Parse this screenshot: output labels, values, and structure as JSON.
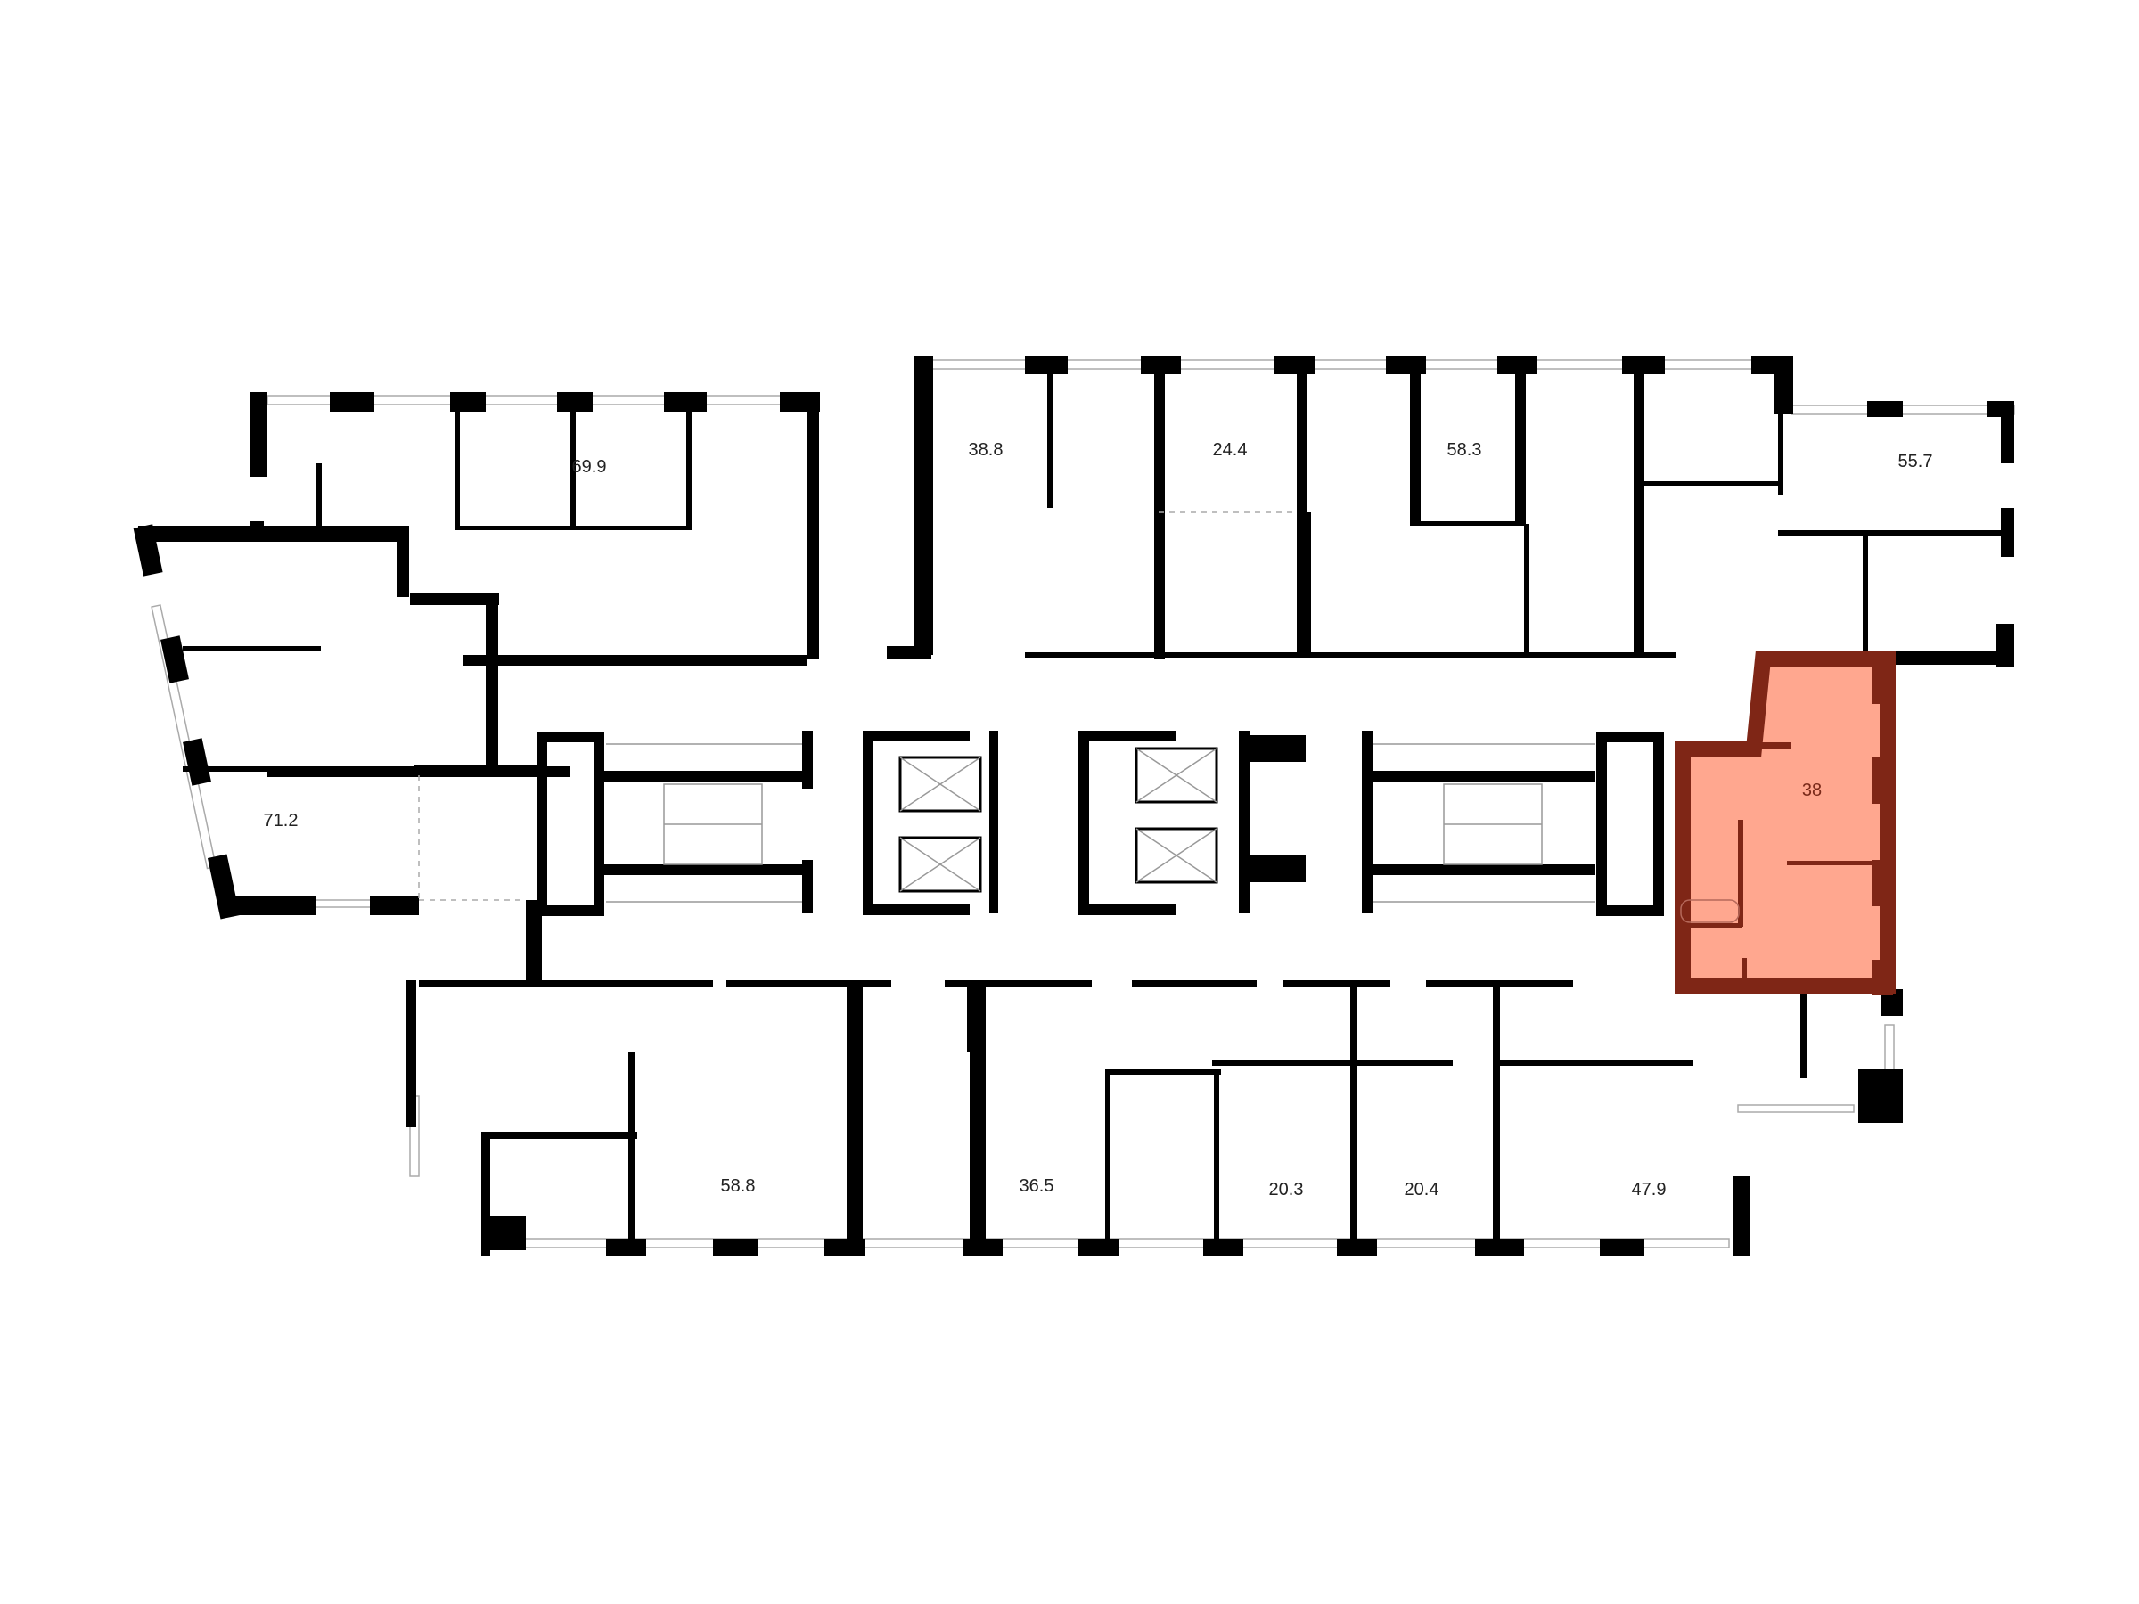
{
  "floor_plan": {
    "highlight_color": "#FFA78F",
    "highlight_wall_color": "#7F2616",
    "apartments": [
      {
        "id": "apt-69-9",
        "area": "69.9"
      },
      {
        "id": "apt-38-8",
        "area": "38.8"
      },
      {
        "id": "apt-24-4",
        "area": "24.4"
      },
      {
        "id": "apt-58-3",
        "area": "58.3"
      },
      {
        "id": "apt-55-7",
        "area": "55.7"
      },
      {
        "id": "apt-71-2",
        "area": "71.2"
      },
      {
        "id": "apt-38",
        "area": "38",
        "selected": true
      },
      {
        "id": "apt-58-8",
        "area": "58.8"
      },
      {
        "id": "apt-36-5",
        "area": "36.5"
      },
      {
        "id": "apt-20-3",
        "area": "20.3"
      },
      {
        "id": "apt-20-4",
        "area": "20.4"
      },
      {
        "id": "apt-47-9",
        "area": "47.9"
      }
    ]
  }
}
